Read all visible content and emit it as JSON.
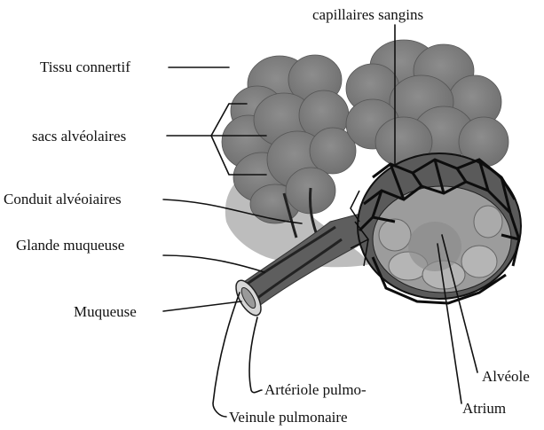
{
  "labels": {
    "capillaires": "capillaires sangins",
    "tissu": "Tissu connertif",
    "sacs": "sacs alvéolaires",
    "conduit": "Conduit alvéoiaires",
    "glande": "Glande muqueuse",
    "muqueuse": "Muqueuse",
    "arteriole": "Artériole pulmo-",
    "veinule": "Veinule pulmonaire",
    "alveole": "Alvéole",
    "atrium": "Atrium"
  }
}
